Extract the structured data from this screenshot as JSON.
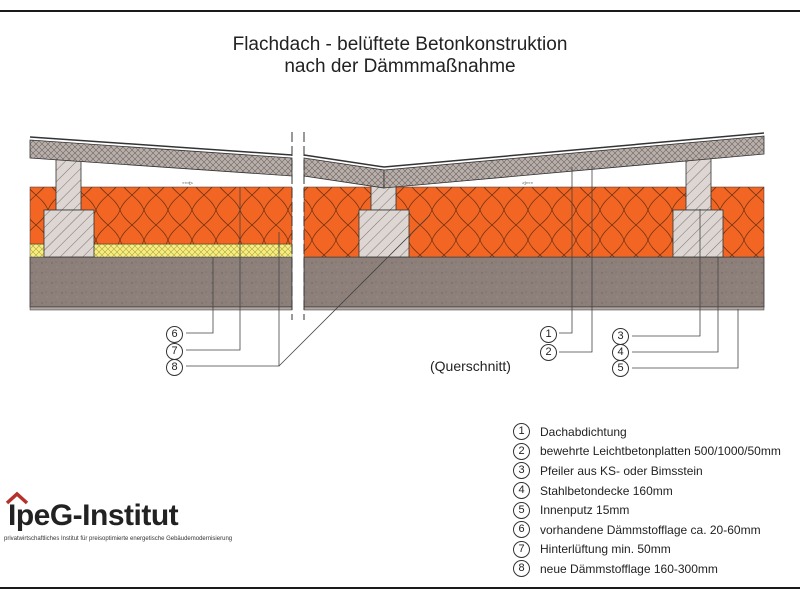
{
  "title": {
    "line1": "Flachdach - belüftete Betonkonstruktion",
    "line2": "nach der Dämmmaßnahme"
  },
  "caption": "(Querschnitt)",
  "callouts_left": [
    "6",
    "7",
    "8"
  ],
  "callouts_right_a": [
    "1",
    "2"
  ],
  "callouts_right_b": [
    "3",
    "4",
    "5"
  ],
  "legend": [
    {
      "num": "1",
      "text": "Dachabdichtung"
    },
    {
      "num": "2",
      "text": "bewehrte Leichtbetonplatten 500/1000/50mm"
    },
    {
      "num": "3",
      "text": "Pfeiler aus KS- oder Bimsstein"
    },
    {
      "num": "4",
      "text": "Stahlbetondecke 160mm"
    },
    {
      "num": "5",
      "text": "Innenputz 15mm"
    },
    {
      "num": "6",
      "text": "vorhandene Dämmstofflage ca. 20-60mm"
    },
    {
      "num": "7",
      "text": "Hinterlüftung min. 50mm"
    },
    {
      "num": "8",
      "text": "neue Dämmstofflage 160-300mm"
    }
  ],
  "flow_markers": {
    "left": "◦◦◦▹",
    "right": "◃◦◦◦"
  },
  "logo": {
    "main": "IpeG-Institut",
    "sub": "privatwirtschaftliches Institut für preisoptimierte energetische Gebäudemodernisierung"
  },
  "colors": {
    "insulation": "#f26522",
    "concrete": "#8c7f7a",
    "slab": "#b5aba7",
    "pillar": "#ddd6d3",
    "existing_insulation": "#f2ea7a",
    "logo_roof": "#b5312c"
  }
}
